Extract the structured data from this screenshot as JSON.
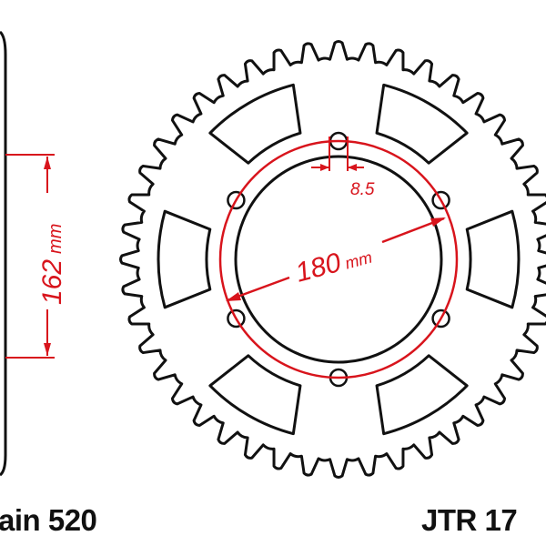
{
  "dimensions": {
    "center_diameter": "162",
    "center_unit": "mm",
    "bolt_circle": "180",
    "bolt_unit": "mm",
    "bolt_hole": "8.5"
  },
  "labels": {
    "chain": "ain 520",
    "part_number": "JTR 17"
  },
  "colors": {
    "outline": "#111111",
    "dimension": "#d8141c"
  }
}
